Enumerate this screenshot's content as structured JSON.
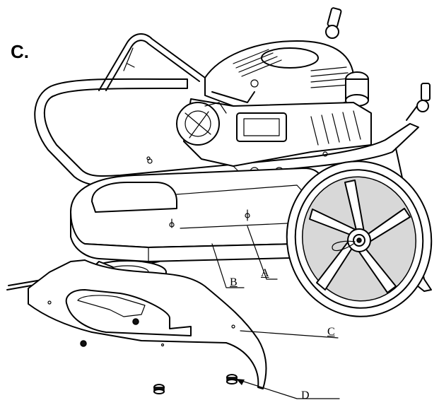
{
  "step_label": "C.",
  "callouts": {
    "a": "A",
    "b": "B",
    "c": "C",
    "d": "D"
  }
}
